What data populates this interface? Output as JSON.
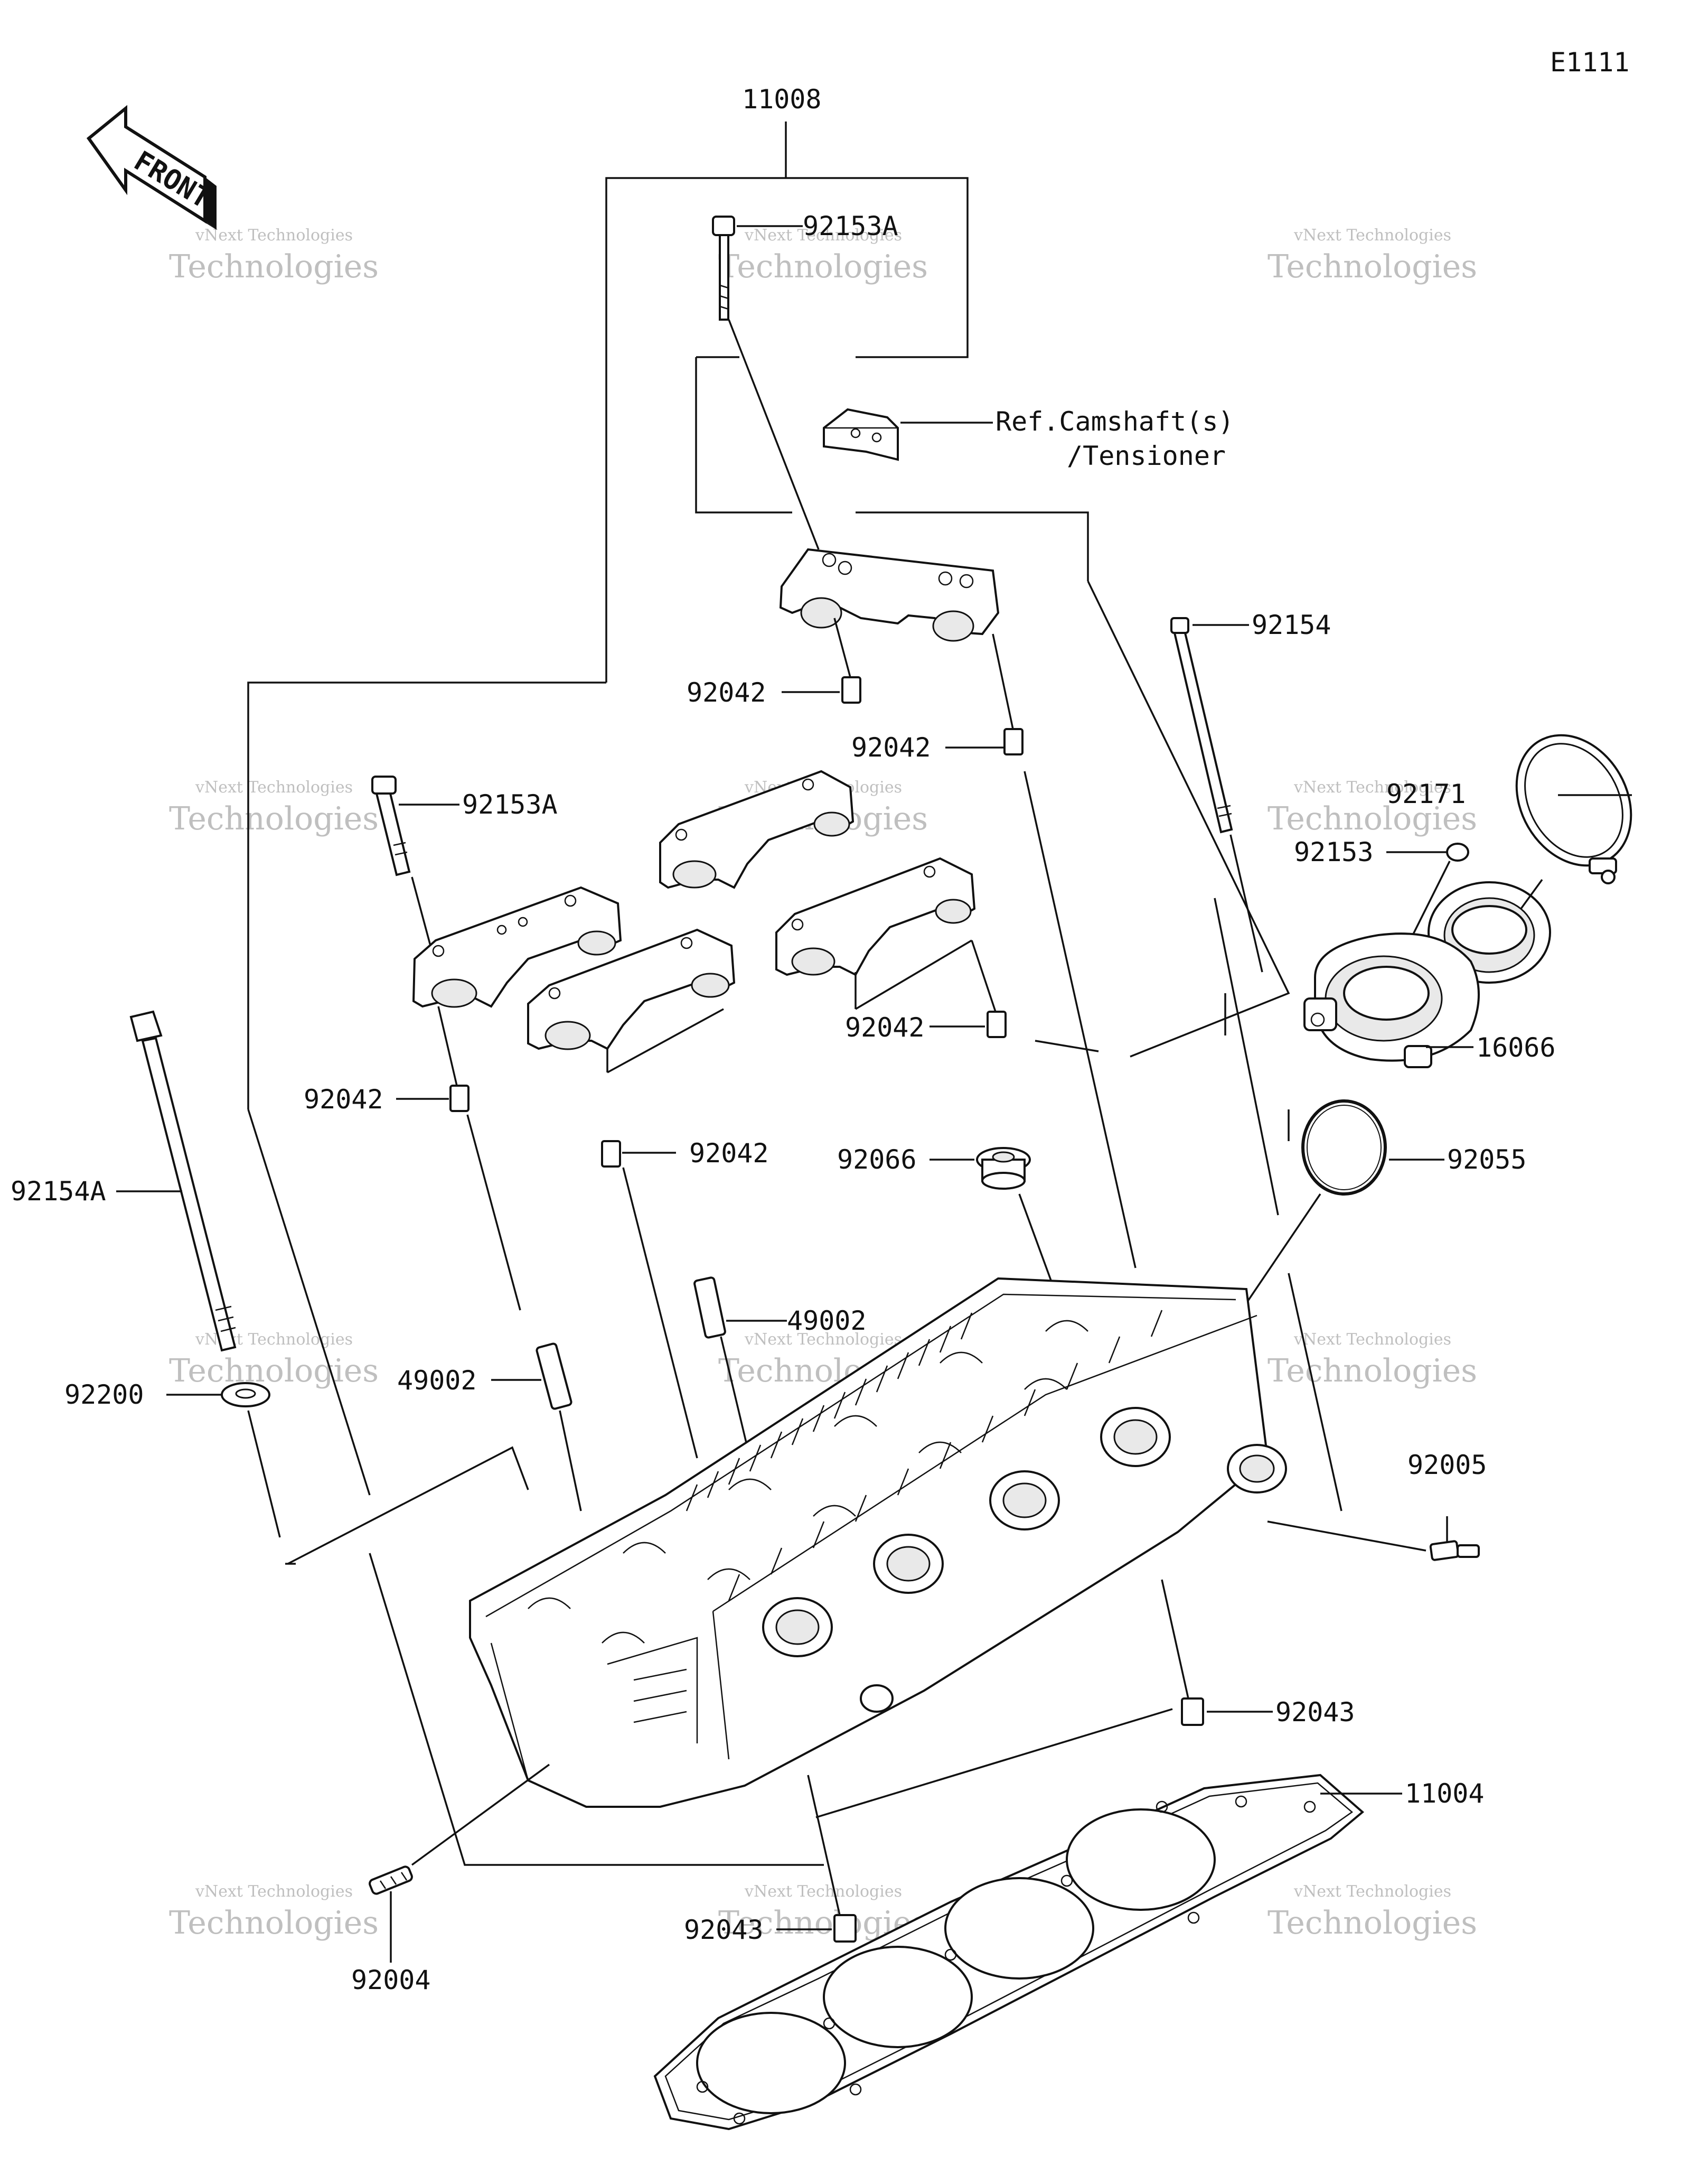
{
  "diagram_code": "E1111",
  "front_label": "FRONT",
  "watermark": {
    "line1": "vNext Technologies",
    "line2": "Technologies"
  },
  "callouts": {
    "c11008": "11008",
    "c92153A_top": "92153A",
    "ref_line1": "Ref.Camshaft(s)",
    "ref_line2": "/Tensioner",
    "c92154": "92154",
    "c92042_a": "92042",
    "c92042_b": "92042",
    "c92153A_left": "92153A",
    "c92171": "92171",
    "c92153": "92153",
    "c16066": "16066",
    "c92042_c": "92042",
    "c92042_d": "92042",
    "c92042_e": "92042",
    "c92055": "92055",
    "c92066": "92066",
    "c92154A": "92154A",
    "c49002_a": "49002",
    "c49002_b": "49002",
    "c92200": "92200",
    "c92005": "92005",
    "c92043_a": "92043",
    "c11004": "11004",
    "c92043_b": "92043",
    "c92004": "92004"
  }
}
